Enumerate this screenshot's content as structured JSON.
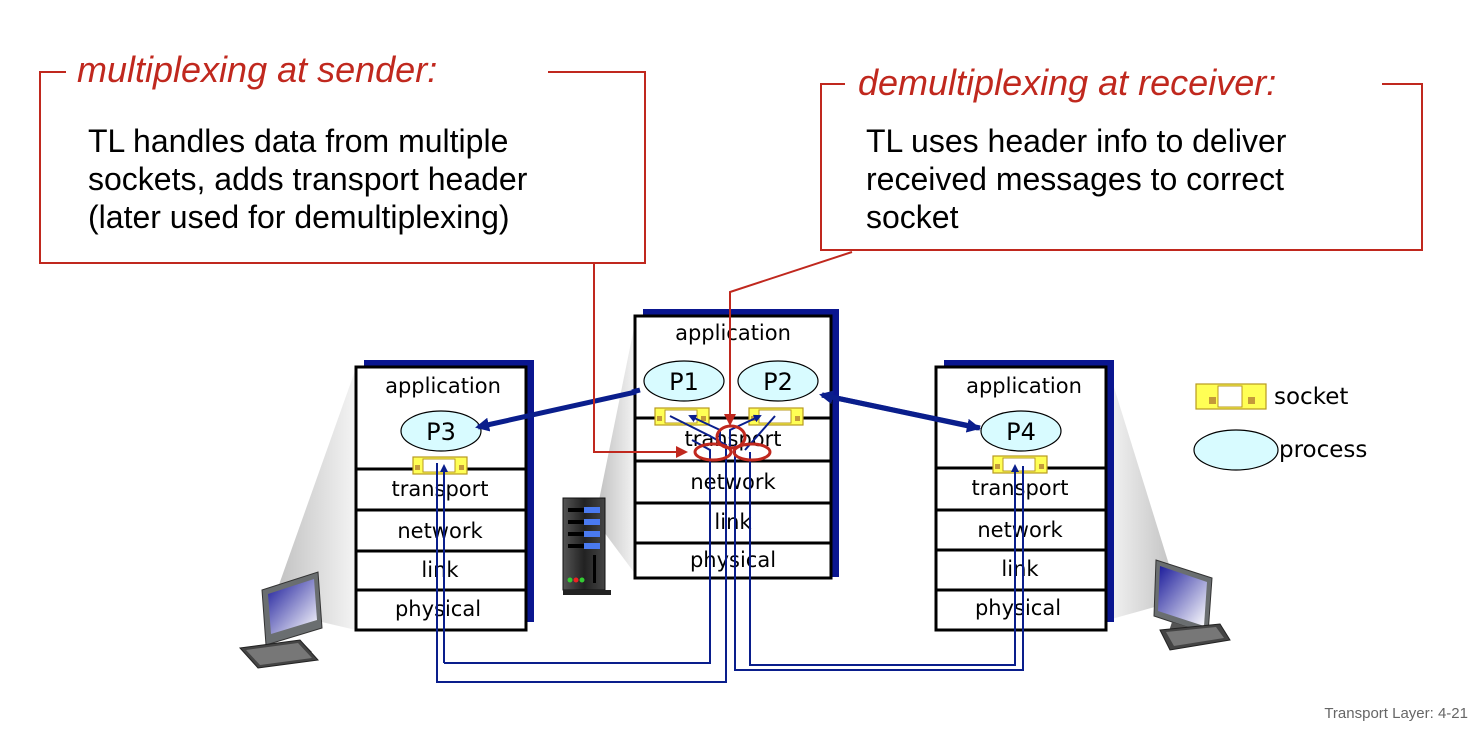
{
  "callouts": {
    "sender": {
      "title": "multiplexing at sender:",
      "lines": [
        "TL handles data from multiple",
        "sockets, adds transport header",
        "(later used for demultiplexing)"
      ]
    },
    "receiver": {
      "title": "demultiplexing at receiver:",
      "lines": [
        "TL uses header info to deliver",
        "received messages to correct",
        "socket"
      ]
    }
  },
  "hosts": {
    "left": {
      "layers": [
        "application",
        "transport",
        "network",
        "link",
        "physical"
      ],
      "processes": [
        "P3"
      ],
      "device": "client-computer"
    },
    "center": {
      "layers": [
        "application",
        "transport",
        "network",
        "link",
        "physical"
      ],
      "processes": [
        "P1",
        "P2"
      ],
      "device": "server"
    },
    "right": {
      "layers": [
        "application",
        "transport",
        "network",
        "link",
        "physical"
      ],
      "processes": [
        "P4"
      ],
      "device": "client-computer"
    }
  },
  "legend": {
    "socket_label": "socket",
    "process_label": "process"
  },
  "footer": "Transport Layer: 4-21",
  "colors": {
    "callout_red": "#c0281e",
    "link_blue": "#0a1e8c",
    "stack_shadow": "#0a1690",
    "process_fill": "#d8fbff",
    "socket_fill": "#ffff55"
  }
}
